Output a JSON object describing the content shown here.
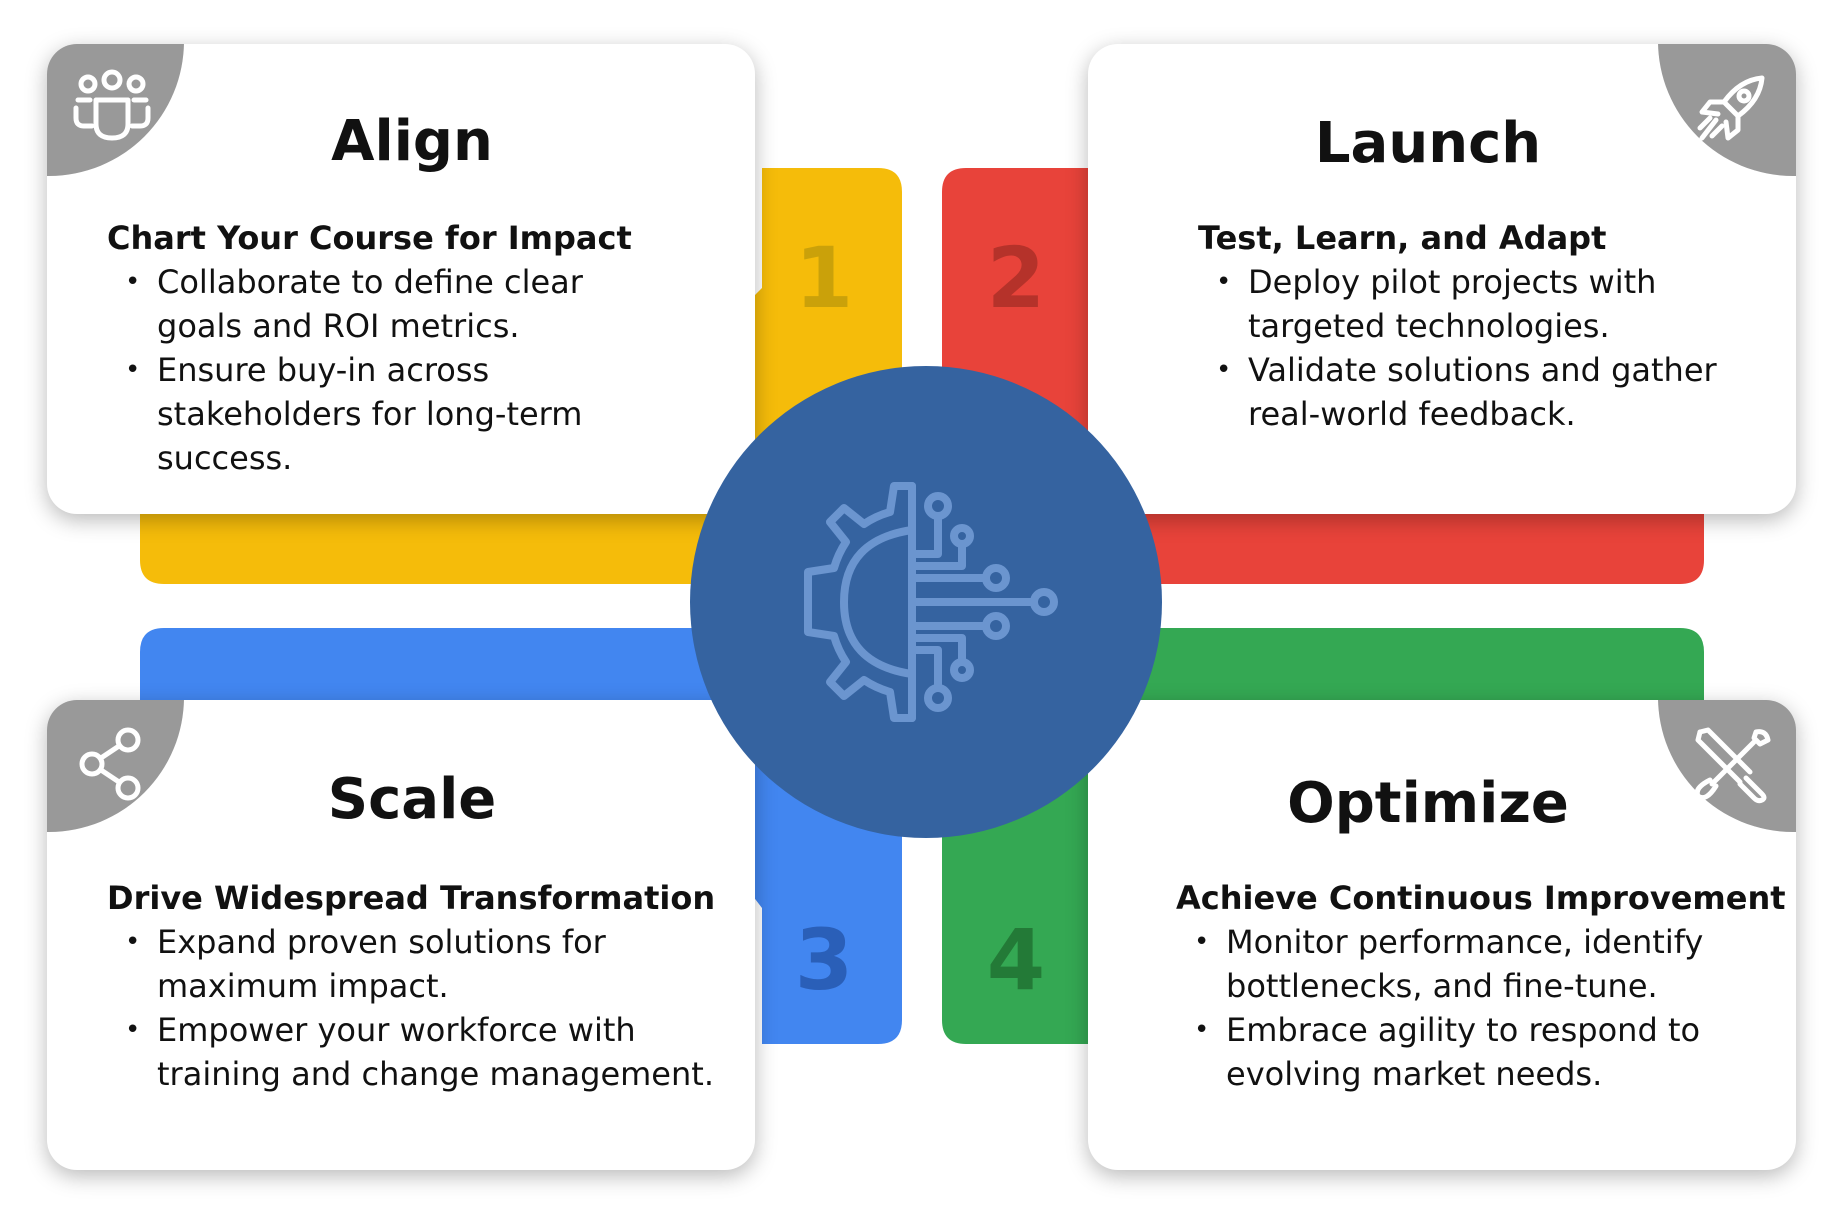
{
  "colors": {
    "yellow": "#f5bc0a",
    "red": "#e8433a",
    "blue": "#4286f0",
    "green": "#34a853",
    "hub": "#3563a0",
    "icon_disc": "#999999"
  },
  "hub": {
    "icon": "ai-gear-circuit-icon"
  },
  "steps": [
    {
      "number": "1",
      "title": "Align",
      "subtitle": "Chart Your Course for Impact",
      "icon": "team-people-icon",
      "bullets": [
        "Collaborate to define clear goals and ROI metrics.",
        "Ensure buy-in across stakeholders for long-term success."
      ]
    },
    {
      "number": "2",
      "title": "Launch",
      "subtitle": "Test, Learn, and Adapt",
      "icon": "rocket-icon",
      "bullets": [
        "Deploy pilot projects with targeted technologies.",
        "Validate solutions and gather real-world feedback."
      ]
    },
    {
      "number": "3",
      "title": "Scale",
      "subtitle": "Drive Widespread Transformation",
      "icon": "share-nodes-icon",
      "bullets": [
        "Expand proven solutions for maximum impact.",
        "Empower your workforce with training and change management."
      ]
    },
    {
      "number": "4",
      "title": "Optimize",
      "subtitle": "Achieve Continuous Improvement",
      "icon": "tools-wrench-screwdriver-icon",
      "bullets": [
        "Monitor performance, identify bottlenecks, and fine-tune.",
        "Embrace agility to respond to evolving market needs."
      ]
    }
  ]
}
